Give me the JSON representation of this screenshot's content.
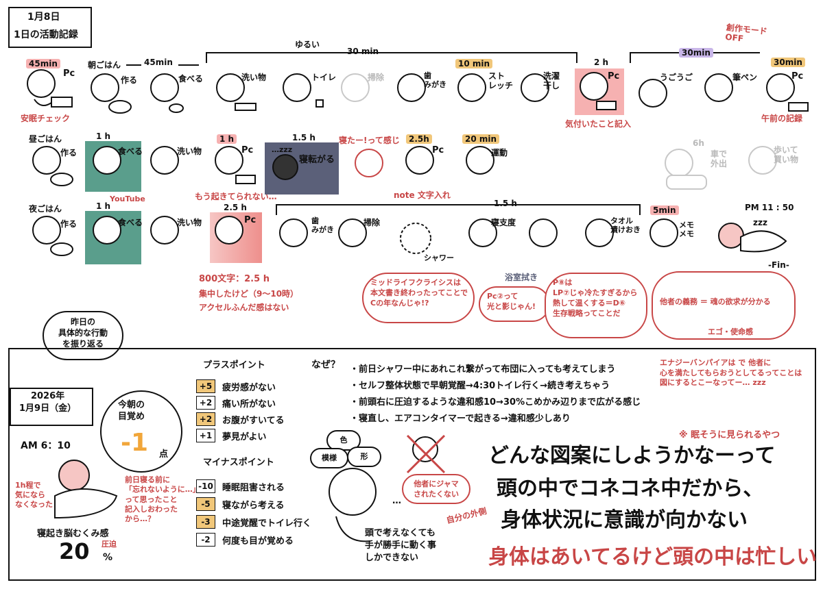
{
  "header": {
    "date": "1月8日",
    "title": "1日の活動記録"
  },
  "row1": {
    "pc_time": "45min",
    "pc": "Pc",
    "mobile_check": "安眠チェック",
    "breakfast": "朝ごはん",
    "cook": "作る",
    "eat_time": "45min",
    "eat": "食べる",
    "thirty": "30 min",
    "yurui": "ゆるい",
    "dishes": "洗い物",
    "toilet": "トイレ",
    "clean": "掃除",
    "tooth_time": "10 min",
    "tooth": "歯\nみがき",
    "stretch": "スト\nレッチ",
    "laundry": "洗濯\n干し",
    "twoh": "2 h",
    "pc2": "Pc",
    "note": "気付いたこと記入",
    "mode_off": "創作モード\nOFF",
    "ugo_time": "30min",
    "ugouge": "うごうご",
    "pen": "筆ペン",
    "record_time": "30min",
    "pc3": "Pc",
    "morning_record": "午前の記録"
  },
  "row2": {
    "lunch": "昼ごはん",
    "cook": "作る",
    "oneh": "1 h",
    "eat": "食べる",
    "youtube": "YouTube",
    "dishes": "洗い物",
    "pc_time": "1 h",
    "pc": "Pc",
    "getup": "もう起きてられない…",
    "nap_time": "1.5 h",
    "nap": "寝転がる",
    "zzz": "…zzz",
    "slept": "寝たー!って感じ",
    "pc2_time": "2.5h",
    "pc2": "Pc",
    "note_input": "note 文字入れ",
    "exer_time": "20 min",
    "exer": "運動",
    "car_time": "6h",
    "car": "車で\n外出",
    "walk": "歩いて\n買い物"
  },
  "row3": {
    "dinner": "夜ごはん",
    "cook": "作る",
    "oneh": "1 h",
    "eat": "食べる",
    "dishes": "洗い物",
    "pc_time": "2.5 h",
    "pc": "Pc",
    "chars": "800文字：2.5 h",
    "focus": "集中したけど（9～10時）",
    "accel": "アクセルふんだ感はない",
    "oneh5": "1.5 h",
    "tooth": "歯\nみがき",
    "clean": "掃除",
    "shower": "シャワー",
    "prep": "寝支度",
    "towel": "タオル\n漬けおき",
    "memo_time": "5min",
    "memo": "メモ\nメモ",
    "pm": "PM 11 : 50",
    "fin": "-Fin-",
    "zzz": "zzz",
    "bath_wipe": "浴室拭き",
    "cloud1": "ミッドライフクライシスは\n本文書き終わったってことで\nCの年なんじゃ!?",
    "cloud2": "Pc②って\n光と影じゃん!",
    "cloud3": "P⑧は\nLP⑦じゃ冷たすぎるから\n熱して温くする＝D⑥\n生存戦略ってことだ",
    "cloud4a": "他者の義務 ＝ 魂の欲求が分かる",
    "cloud4b": "エゴ・使命感",
    "cloud4c": "エナジーバンパイアは で 他者に\n心を満たしてもらおうとしてるってことは\n図にするとこーなってー… zzz"
  },
  "bottom": {
    "bubble": "昨日の\n具体的な行動\nを振り返る",
    "date": "2026年\n1月9日（金）",
    "score_title": "今朝の\n目覚め",
    "score": "-1",
    "score_unit": "点",
    "time": "AM 6：10",
    "note1": "1h程で\n気になら\nなくなった",
    "note2": "前日寝る前に\n「忘れないように…」\nって思ったこと\n記入しおわった\nから…？",
    "brain": "寝起き脳むくみ感",
    "pressure": "圧迫",
    "pct": "20",
    "pct_unit": "%",
    "plus_title": "プラスポイント",
    "plus": [
      {
        "badge": "+5",
        "text": "疲労感がない"
      },
      {
        "badge": "+2",
        "text": "痛い所がない"
      },
      {
        "badge": "+2",
        "text": "お腹がすいてる"
      },
      {
        "badge": "+1",
        "text": "夢見がよい"
      }
    ],
    "minus_title": "マイナスポイント",
    "minus": [
      {
        "badge": "-10",
        "text": "睡眠阻害される"
      },
      {
        "badge": "-5",
        "text": "寝ながら考える"
      },
      {
        "badge": "-3",
        "text": "中途覚醒でトイレ行く"
      },
      {
        "badge": "-2",
        "text": "何度も目が覚める"
      }
    ],
    "why": "なぜ？",
    "reasons": [
      "・前日シャワー中にあれこれ繋がって布団に入っても考えてしまう",
      "・セルフ整体状態で早朝覚醒→4:30トイレ行く→続き考えちゃう",
      "・前頭右に圧迫するような違和感10→30%こめかみ辺りまで広がる感じ",
      "・寝直し、エアコンタイマーで起きる→違和感少しあり"
    ],
    "sleepy": "※ 眠そうに見られるやつ",
    "head_iro": "色",
    "head_kei": "形",
    "head_moyo": "模様",
    "no_disturb": "他者にジャマ\nされたくない",
    "outside": "自分の外側",
    "dots": "…",
    "body_note": "頭で考えなくても\n手が勝手に動く事\nしかできない",
    "big1": "どんな図案にしようかなーって",
    "big2": "頭の中でコネコネ中だから、",
    "big3": "身体状況に意識が向かない",
    "big4": "身体はあいてるけど頭の中は忙しい"
  },
  "colors": {
    "red": "#c84646",
    "mint": "#5a9e8c",
    "slate": "#5b6079",
    "pink": "#f0a9a6",
    "gold": "#f1c77a",
    "lav": "#c8b6e8",
    "pinktag": "#f6b1b1"
  }
}
